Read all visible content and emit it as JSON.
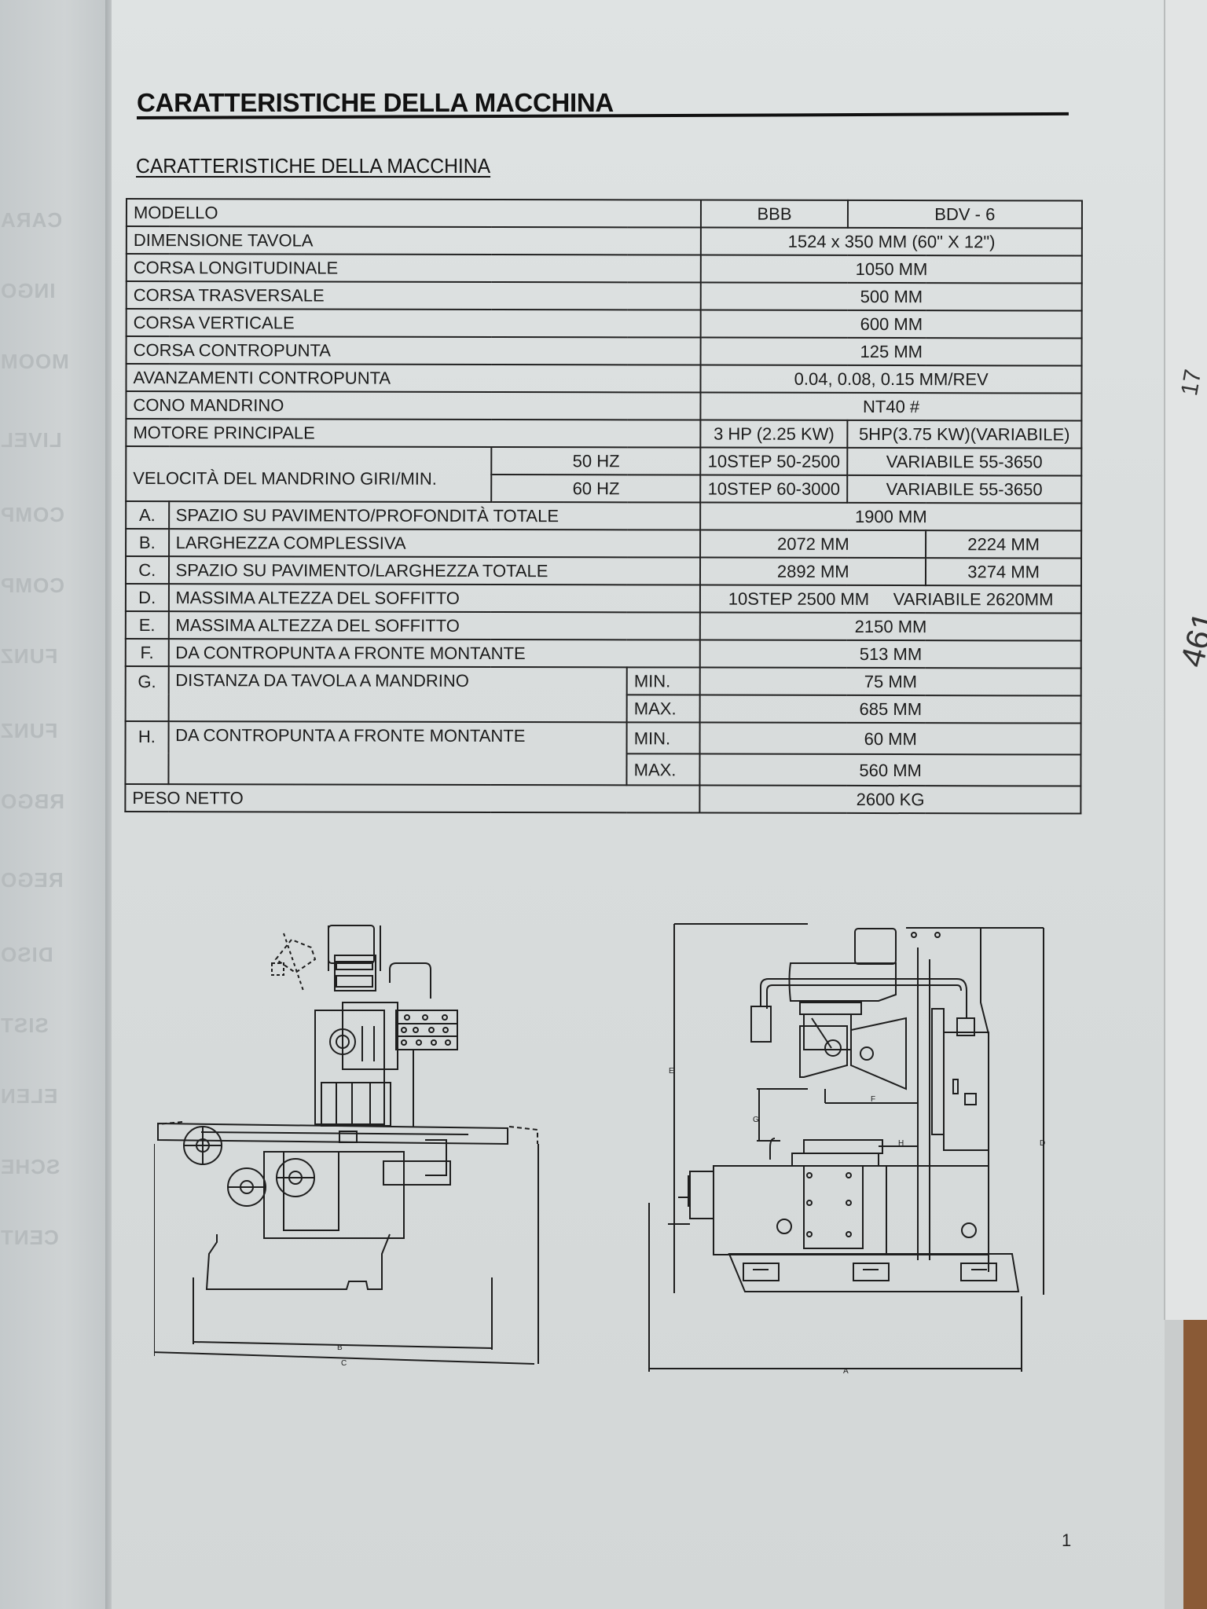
{
  "document": {
    "title": "CARATTERISTICHE DELLA MACCHINA",
    "subtitle": "CARATTERISTICHE DELLA MACCHINA",
    "page_number": "1"
  },
  "spec_table": {
    "model": {
      "label": "MODELLO",
      "bbb": "BBB",
      "bdv": "BDV - 6"
    },
    "rows_simple": [
      {
        "label": "DIMENSIONE TAVOLA",
        "value": "1524 x 350 MM (60\" X 12\")"
      },
      {
        "label": "CORSA LONGITUDINALE",
        "value": "1050 MM"
      },
      {
        "label": "CORSA TRASVERSALE",
        "value": "500 MM"
      },
      {
        "label": "CORSA VERTICALE",
        "value": "600 MM"
      },
      {
        "label": "CORSA CONTROPUNTA",
        "value": "125 MM"
      },
      {
        "label": "AVANZAMENTI CONTROPUNTA",
        "value": "0.04, 0.08, 0.15 MM/REV"
      },
      {
        "label": "CONO MANDRINO",
        "value": "NT40 #"
      }
    ],
    "motor": {
      "label": "MOTORE PRINCIPALE",
      "bbb": "3 HP (2.25 KW)",
      "bdv": "5HP(3.75 KW)(VARIABILE)"
    },
    "spindle_speed": {
      "label": "VELOCITÀ DEL MANDRINO GIRI/MIN.",
      "rows": [
        {
          "freq": "50 HZ",
          "bbb": "10STEP 50-2500",
          "bdv": "VARIABILE 55-3650"
        },
        {
          "freq": "60 HZ",
          "bbb": "10STEP 60-3000",
          "bdv": "VARIABILE 55-3650"
        }
      ]
    },
    "dimensions": {
      "A": {
        "letter": "A.",
        "label": "SPAZIO SU PAVIMENTO/PROFONDITÀ TOTALE",
        "value": "1900 MM"
      },
      "B": {
        "letter": "B.",
        "label": "LARGHEZZA COMPLESSIVA",
        "bbb": "2072 MM",
        "bdv": "2224 MM"
      },
      "C": {
        "letter": "C.",
        "label": "SPAZIO SU PAVIMENTO/LARGHEZZA TOTALE",
        "bbb": "2892 MM",
        "bdv": "3274 MM"
      },
      "D": {
        "letter": "D.",
        "label": "MASSIMA ALTEZZA DEL SOFFITTO",
        "bbb": "10STEP 2500 MM",
        "bdv": "VARIABILE 2620MM"
      },
      "E": {
        "letter": "E.",
        "label": "MASSIMA ALTEZZA DEL SOFFITTO",
        "value": "2150 MM"
      },
      "F": {
        "letter": "F.",
        "label": "DA CONTROPUNTA A FRONTE MONTANTE",
        "value": "513 MM"
      },
      "G": {
        "letter": "G.",
        "label": "DISTANZA DA TAVOLA A MANDRINO",
        "min_label": "MIN.",
        "min": "75 MM",
        "max_label": "MAX.",
        "max": "685 MM"
      },
      "H": {
        "letter": "H.",
        "label": "DA CONTROPUNTA A FRONTE MONTANTE",
        "min_label": "MIN.",
        "min": "60 MM",
        "max_label": "MAX.",
        "max": "560 MM"
      }
    },
    "weight": {
      "label": "PESO NETTO",
      "value": "2600 KG"
    }
  },
  "drawings": {
    "front_view": {
      "dimension_labels": [
        "B",
        "C"
      ]
    },
    "side_view": {
      "dimension_labels": [
        "A",
        "D",
        "E",
        "F",
        "G",
        "H"
      ]
    }
  },
  "margin_notes": {
    "handwritten": [
      "17",
      "461"
    ]
  },
  "colors": {
    "paper": "#dcdfdf",
    "ink": "#1c1c1c",
    "wood": "#8a5a36"
  }
}
